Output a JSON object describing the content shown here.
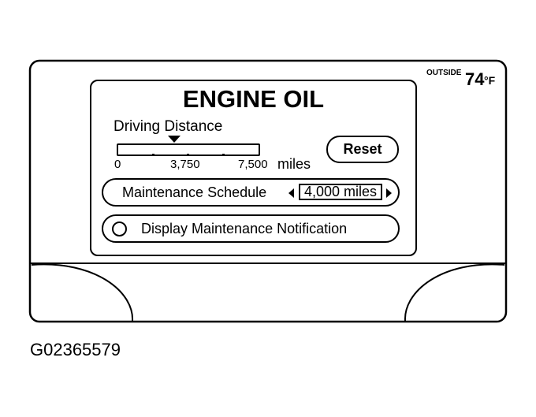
{
  "outside": {
    "label": "OUTSIDE",
    "temperature": "74",
    "unit": "°F"
  },
  "screen": {
    "title": "ENGINE OIL",
    "driving_distance": {
      "label": "Driving Distance",
      "scale": {
        "min": "0",
        "mid": "3,750",
        "max": "7,500",
        "unit": "miles"
      },
      "marker_value_miles": 3750,
      "range_miles": [
        0,
        7500
      ]
    },
    "reset_label": "Reset",
    "maintenance_schedule": {
      "label": "Maintenance Schedule",
      "value": "4,000 miles"
    },
    "notification": {
      "label": "Display Maintenance Notification",
      "checked": false
    }
  },
  "figure_id": "G02365579",
  "colors": {
    "line": "#000000",
    "background": "#ffffff"
  }
}
